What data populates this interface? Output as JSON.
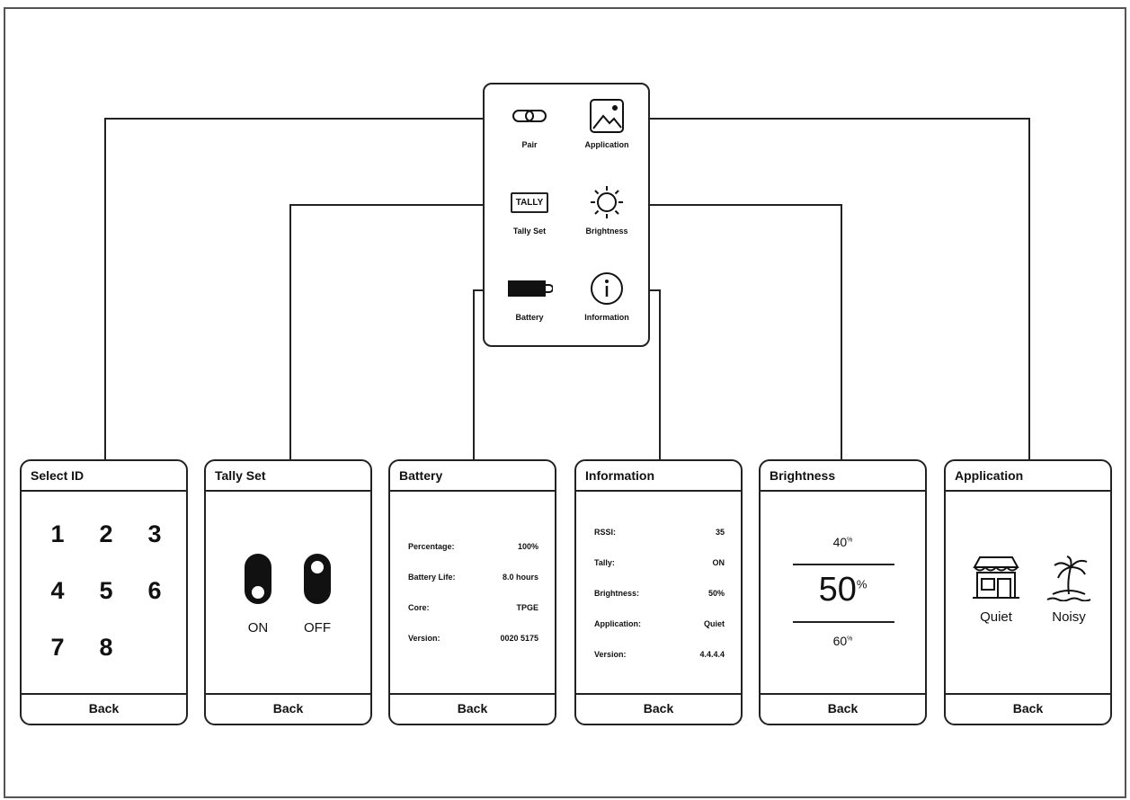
{
  "menu": {
    "items": [
      {
        "id": "pair",
        "label": "Pair",
        "icon": "link-icon"
      },
      {
        "id": "application",
        "label": "Application",
        "icon": "image-icon"
      },
      {
        "id": "tally",
        "label": "Tally Set",
        "icon": "tally-icon",
        "icon_text": "TALLY"
      },
      {
        "id": "brightness",
        "label": "Brightness",
        "icon": "sun-icon"
      },
      {
        "id": "battery",
        "label": "Battery",
        "icon": "battery-icon"
      },
      {
        "id": "information",
        "label": "Information",
        "icon": "info-icon"
      }
    ]
  },
  "screens": {
    "select_id": {
      "title": "Select ID",
      "numbers": [
        "1",
        "2",
        "3",
        "4",
        "5",
        "6",
        "7",
        "8"
      ],
      "back": "Back"
    },
    "tally_set": {
      "title": "Tally Set",
      "on_label": "ON",
      "off_label": "OFF",
      "back": "Back"
    },
    "battery": {
      "title": "Battery",
      "rows": [
        {
          "label": "Percentage:",
          "value": "100%"
        },
        {
          "label": "Battery Life:",
          "value": "8.0 hours"
        },
        {
          "label": "Core:",
          "value": "TPGE"
        },
        {
          "label": "Version:",
          "value": "0020 5175"
        }
      ],
      "back": "Back"
    },
    "information": {
      "title": "Information",
      "rows": [
        {
          "label": "RSSI:",
          "value": "35"
        },
        {
          "label": "Tally:",
          "value": "ON"
        },
        {
          "label": "Brightness:",
          "value": "50%"
        },
        {
          "label": "Application:",
          "value": "Quiet"
        },
        {
          "label": "Version:",
          "value": "4.4.4.4"
        }
      ],
      "back": "Back"
    },
    "brightness": {
      "title": "Brightness",
      "prev": "40",
      "current": "50",
      "next": "60",
      "unit": "%",
      "back": "Back"
    },
    "application": {
      "title": "Application",
      "quiet_label": "Quiet",
      "noisy_label": "Noisy",
      "back": "Back"
    }
  }
}
